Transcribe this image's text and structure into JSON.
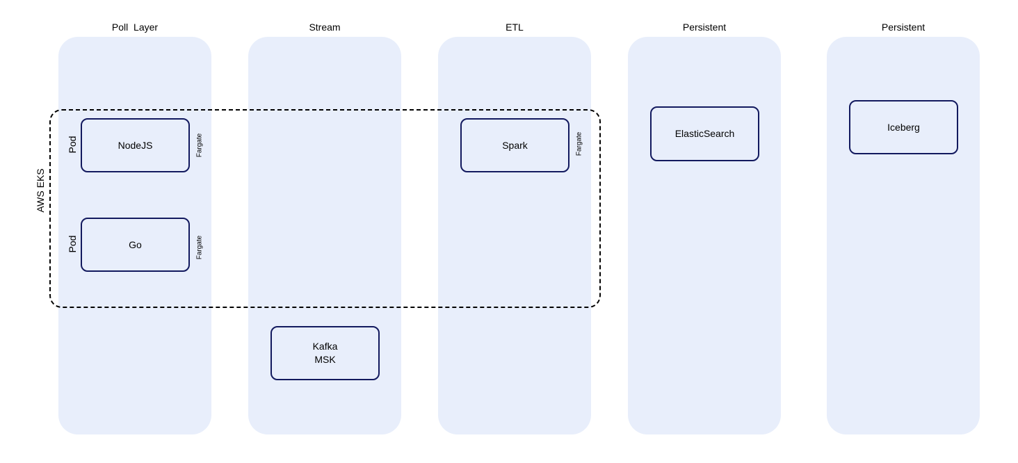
{
  "lanes": [
    {
      "title": "Poll  Layer"
    },
    {
      "title": "Stream"
    },
    {
      "title": "ETL"
    },
    {
      "title": "Persistent"
    },
    {
      "title": "Persistent"
    }
  ],
  "group": {
    "label": "AWS EKS"
  },
  "nodes": {
    "nodejs": {
      "label": "NodeJS",
      "side_label": "Pod",
      "runtime_label": "Fargate"
    },
    "go": {
      "label": "Go",
      "side_label": "Pod",
      "runtime_label": "Fargate"
    },
    "spark": {
      "label": "Spark",
      "runtime_label": "Fargate"
    },
    "kafka": {
      "label": "Kafka\nMSK"
    },
    "elasticsearch": {
      "label": "ElasticSearch"
    },
    "iceberg": {
      "label": "Iceberg"
    }
  },
  "colors": {
    "lane_fill": "#e8eefb",
    "node_border": "#12195e",
    "group_border": "#000000"
  }
}
